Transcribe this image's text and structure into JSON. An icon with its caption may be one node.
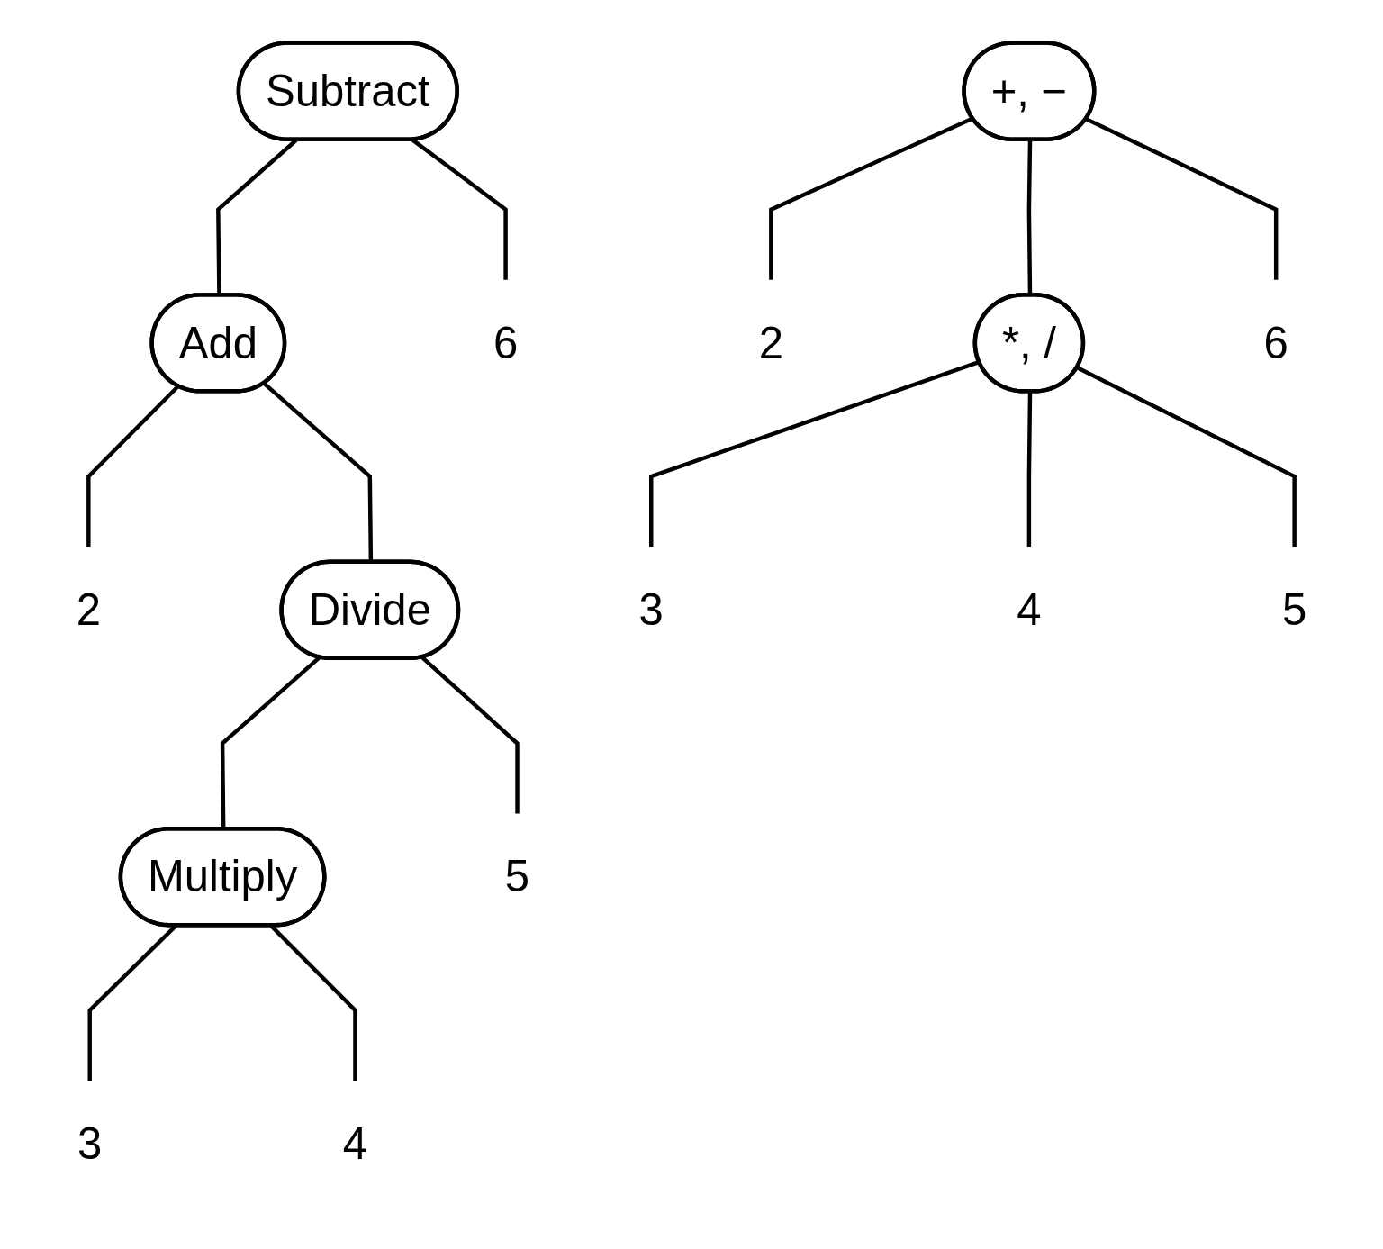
{
  "diagram": {
    "nodes": [
      {
        "text": [
          "Subtract"
        ]
      },
      {
        "text": [
          "Add"
        ]
      },
      {
        "text": [
          "6"
        ]
      },
      {
        "text": [
          "2"
        ]
      },
      {
        "text": [
          "Divide"
        ]
      },
      {
        "text": [
          "Multiply"
        ]
      },
      {
        "text": [
          "5"
        ]
      },
      {
        "text": [
          "3"
        ]
      },
      {
        "text": [
          "4"
        ]
      },
      {
        "text": [
          "+, −"
        ]
      },
      {
        "text": [
          "2"
        ]
      },
      {
        "text": [
          "*, /"
        ]
      },
      {
        "text": [
          "6"
        ]
      },
      {
        "text": [
          "3"
        ]
      },
      {
        "text": [
          "4"
        ]
      },
      {
        "text": [
          "5"
        ]
      }
    ],
    "edges": [
      {
        "from": 0,
        "to": 1,
        "arrow": "none"
      },
      {
        "from": 0,
        "to": 2,
        "arrow": "none"
      },
      {
        "from": 1,
        "to": 3,
        "arrow": "none"
      },
      {
        "from": 1,
        "to": 4,
        "arrow": "none"
      },
      {
        "from": 4,
        "to": 5,
        "arrow": "none"
      },
      {
        "from": 4,
        "to": 6,
        "arrow": "none"
      },
      {
        "from": 5,
        "to": 7,
        "arrow": "none"
      },
      {
        "from": 5,
        "to": 8,
        "arrow": "none"
      },
      {
        "from": 9,
        "to": 10,
        "arrow": "none"
      },
      {
        "from": 9,
        "to": 11,
        "arrow": "none"
      },
      {
        "from": 9,
        "to": 12,
        "arrow": "none"
      },
      {
        "from": 11,
        "to": 13,
        "arrow": "none"
      },
      {
        "from": 11,
        "to": 14,
        "arrow": "none"
      },
      {
        "from": 11,
        "to": 15,
        "arrow": "none"
      }
    ]
  }
}
